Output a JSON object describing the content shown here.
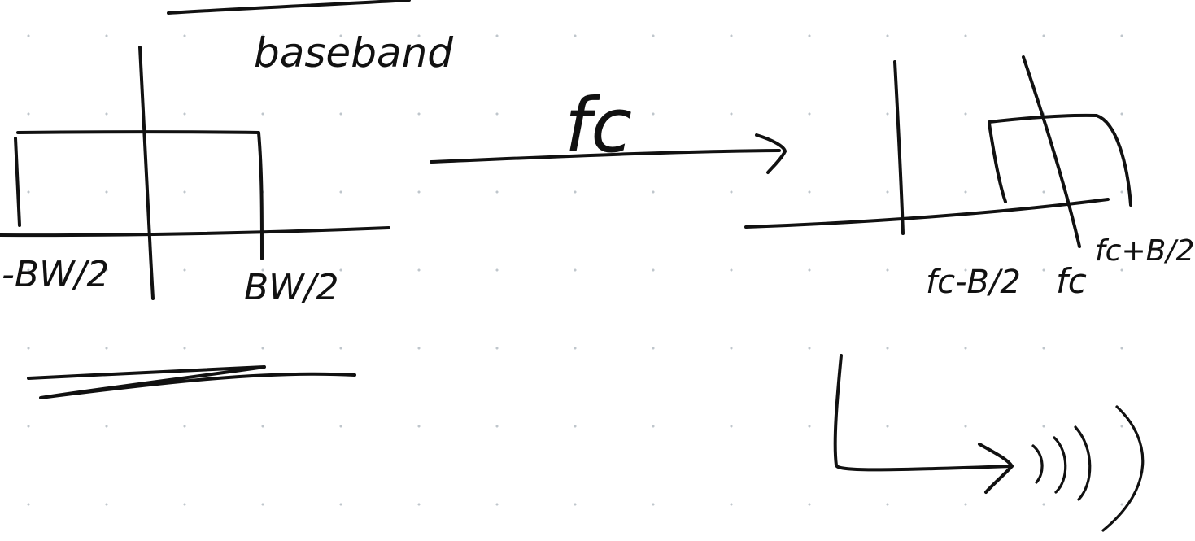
{
  "baseband_label": "baseband",
  "carrier_label": "fc",
  "left_spectrum": {
    "neg_edge_label": "-BW/2",
    "pos_edge_label": "BW/2"
  },
  "right_spectrum": {
    "low_edge_label": "fc-B/2",
    "center_label": "fc",
    "high_edge_label": "fc+B/2"
  },
  "colors": {
    "ink": "#111111",
    "grid_dot": "#bfc6cc",
    "background": "#ffffff"
  }
}
